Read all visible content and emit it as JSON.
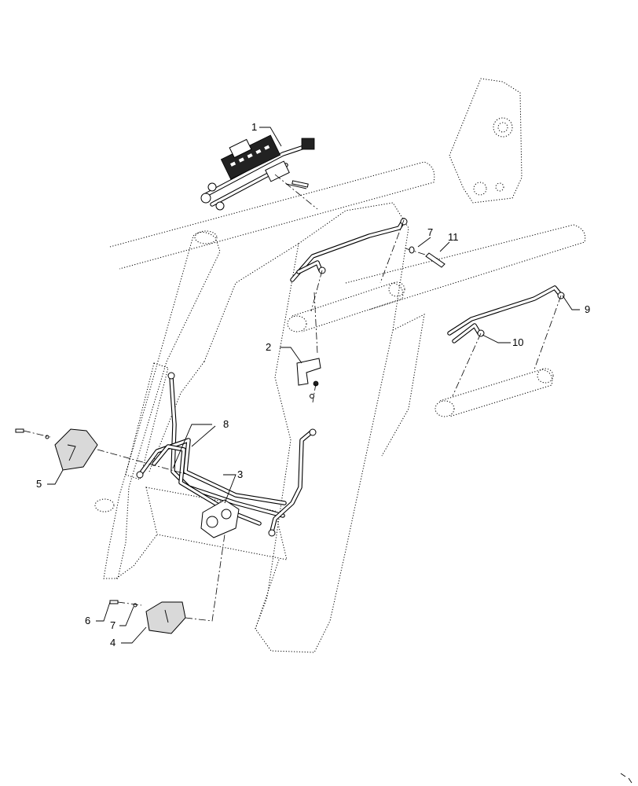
{
  "callouts": [
    {
      "key": "1",
      "label": "1"
    },
    {
      "key": "2",
      "label": "2"
    },
    {
      "key": "3",
      "label": "3"
    },
    {
      "key": "4",
      "label": "4"
    },
    {
      "key": "5",
      "label": "5"
    },
    {
      "key": "6",
      "label": "6"
    },
    {
      "key": "7a",
      "label": "7"
    },
    {
      "key": "7b",
      "label": "7"
    },
    {
      "key": "8",
      "label": "8"
    },
    {
      "key": "9",
      "label": "9"
    },
    {
      "key": "10",
      "label": "10"
    },
    {
      "key": "11",
      "label": "11"
    }
  ]
}
